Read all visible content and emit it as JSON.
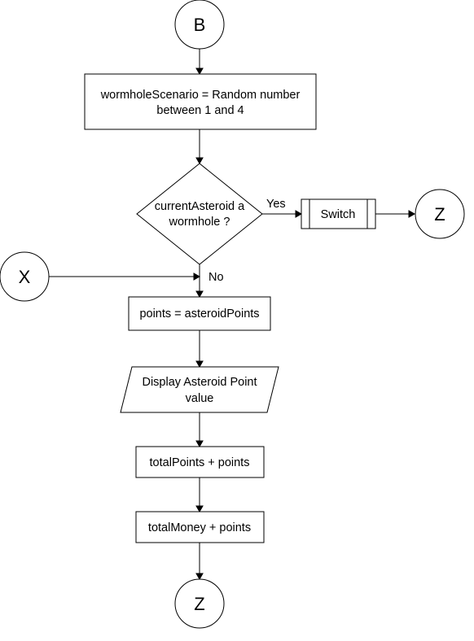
{
  "connectors": {
    "start_b": "B",
    "off_page_x": "X",
    "end_z_right": "Z",
    "end_z_bottom": "Z"
  },
  "process": {
    "wormhole_scenario": {
      "line1": "wormholeScenario = Random number",
      "line2": "between 1 and 4"
    },
    "points": "points = asteroidPoints",
    "total_points": "totalPoints + points",
    "total_money": "totalMoney + points"
  },
  "decision": {
    "line1": "currentAsteroid a",
    "line2": "wormhole ?"
  },
  "subroutine": {
    "switch": "Switch"
  },
  "io": {
    "display": {
      "line1": "Display Asteroid Point",
      "line2": "value"
    }
  },
  "edge_labels": {
    "yes": "Yes",
    "no": "No"
  }
}
